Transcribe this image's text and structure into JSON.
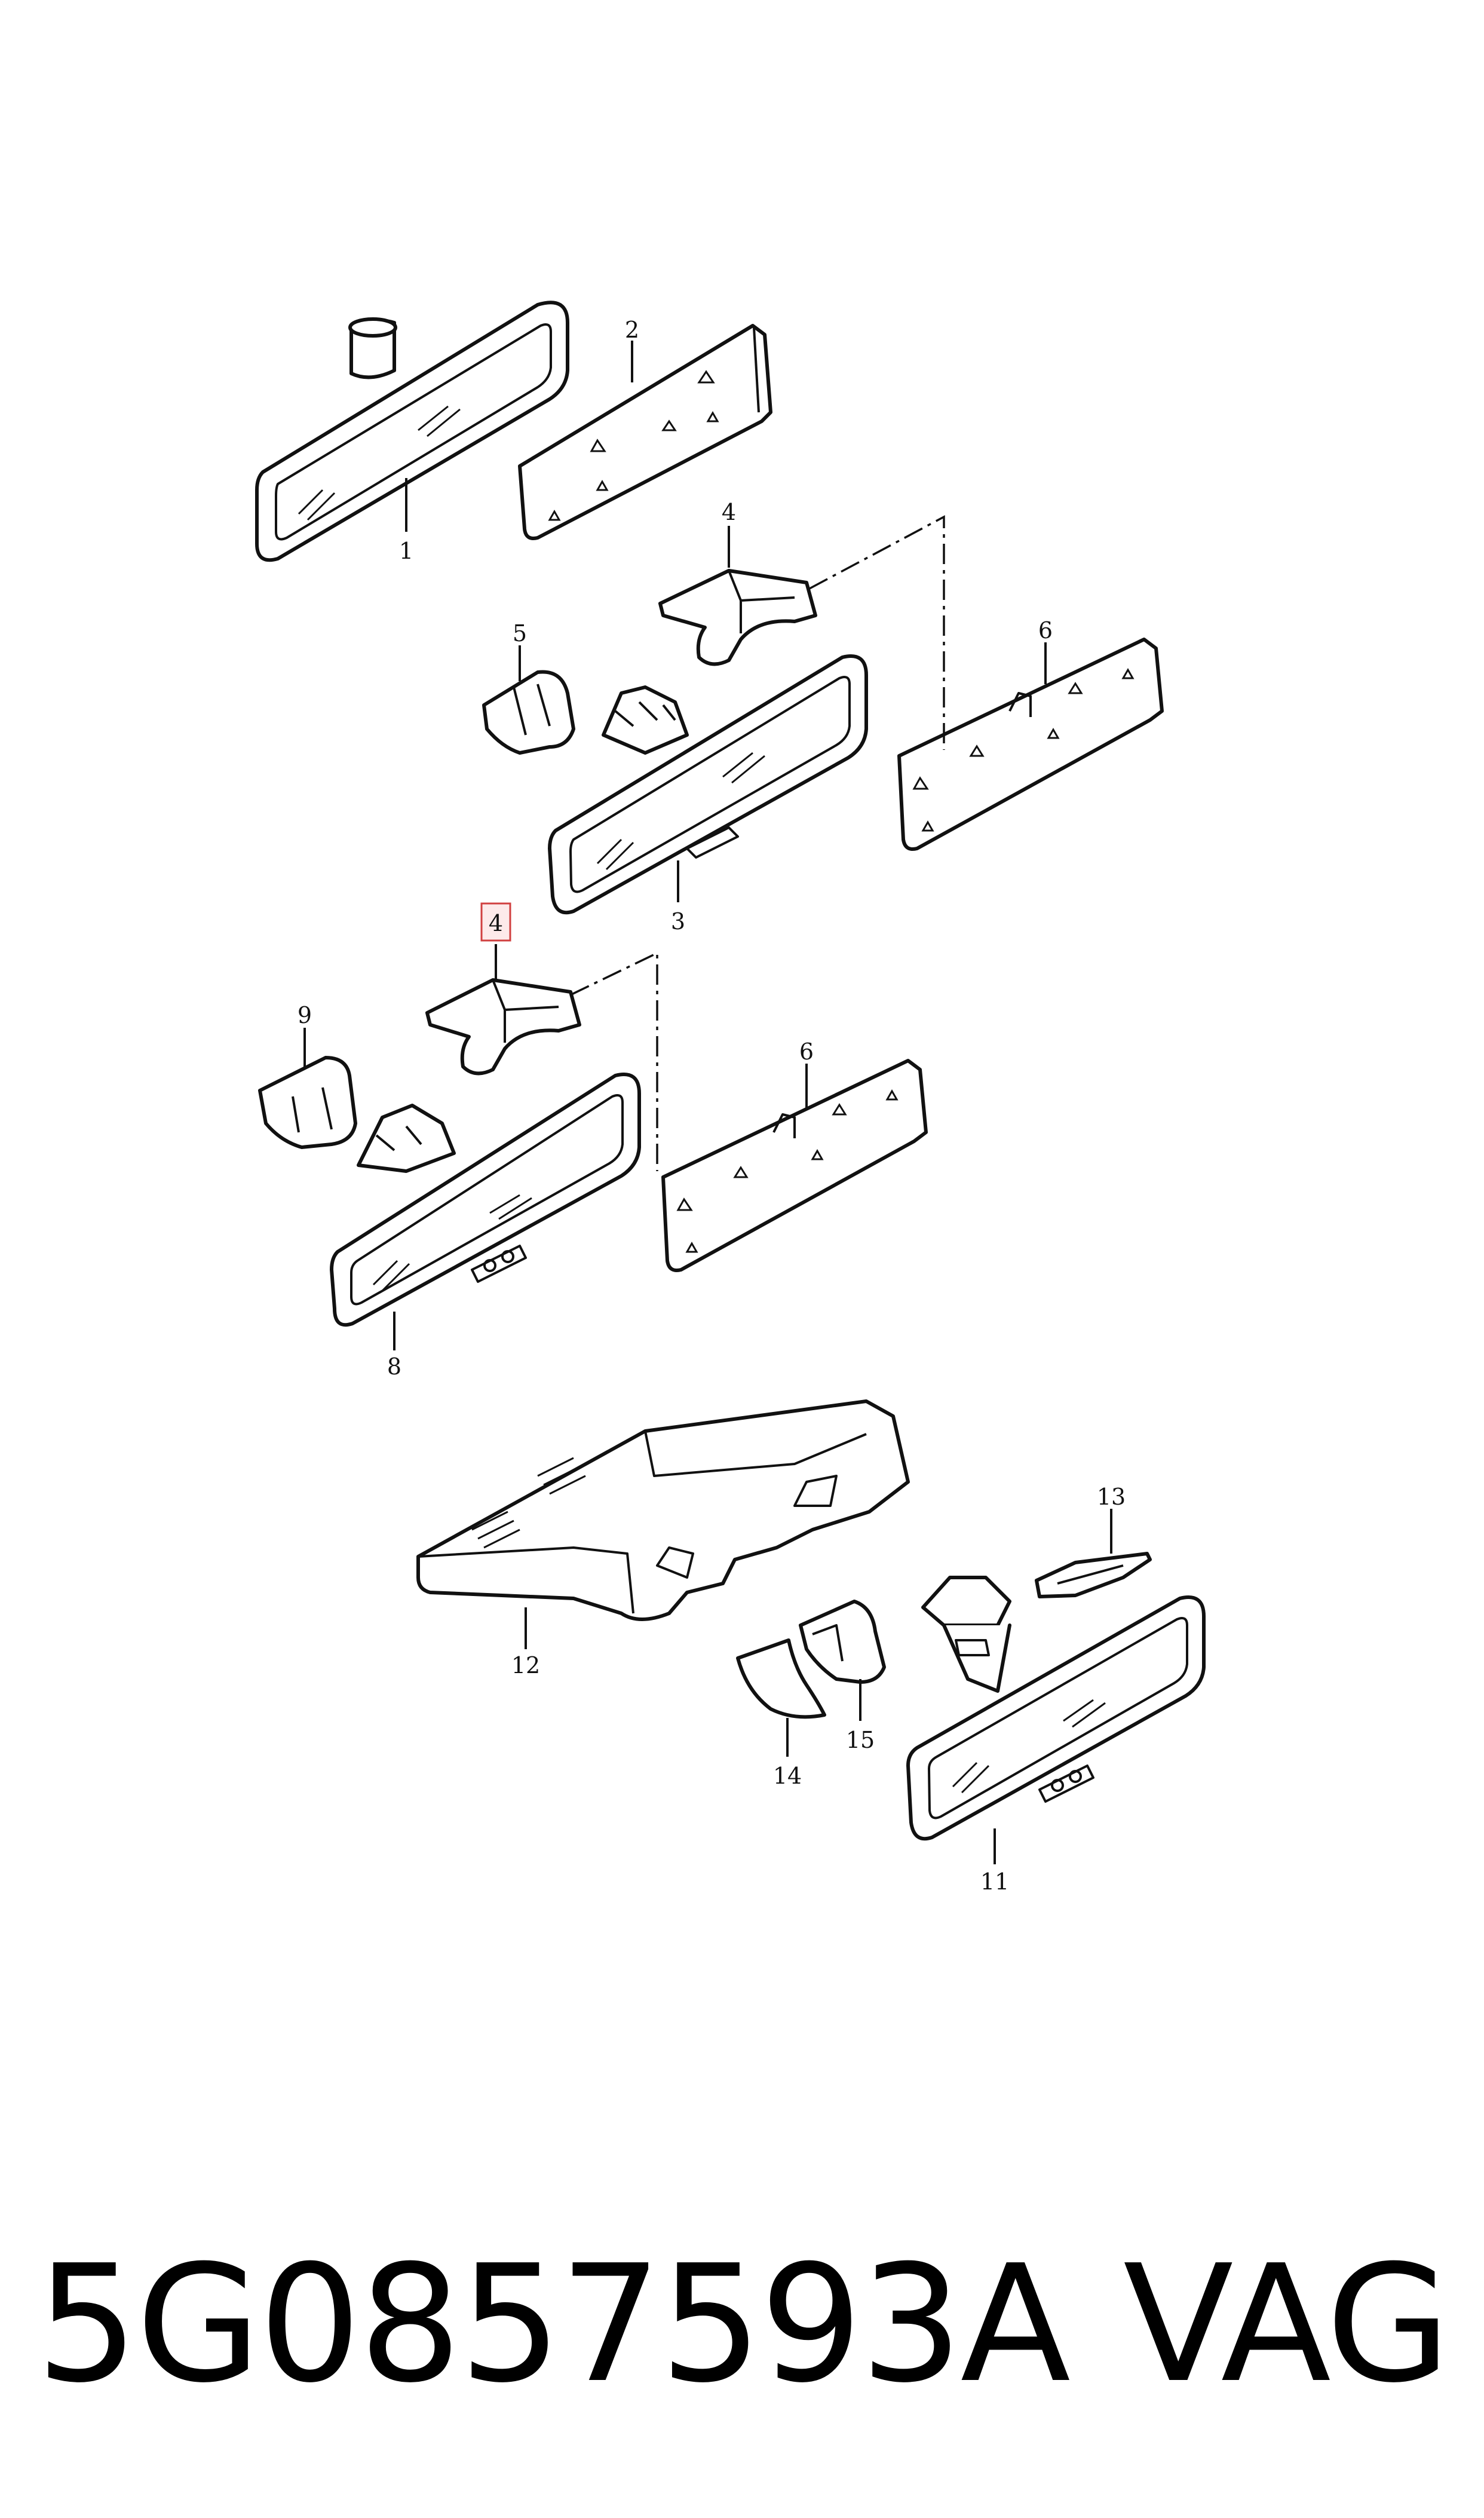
{
  "callouts": [
    {
      "id": "1",
      "label": "1"
    },
    {
      "id": "2",
      "label": "2"
    },
    {
      "id": "3",
      "label": "3"
    },
    {
      "id": "4a",
      "label": "4"
    },
    {
      "id": "4b",
      "label": "4",
      "highlighted": true
    },
    {
      "id": "5",
      "label": "5"
    },
    {
      "id": "6a",
      "label": "6"
    },
    {
      "id": "6b",
      "label": "6"
    },
    {
      "id": "8",
      "label": "8"
    },
    {
      "id": "9",
      "label": "9"
    },
    {
      "id": "11",
      "label": "11"
    },
    {
      "id": "12",
      "label": "12"
    },
    {
      "id": "13",
      "label": "13"
    },
    {
      "id": "14",
      "label": "14"
    },
    {
      "id": "15",
      "label": "15"
    }
  ],
  "footer": {
    "part_number": "5G0857593A",
    "brand": "VAG"
  },
  "colors": {
    "line": "#111111",
    "highlight_border": "#d04040",
    "highlight_fill": "#fdeaea"
  }
}
